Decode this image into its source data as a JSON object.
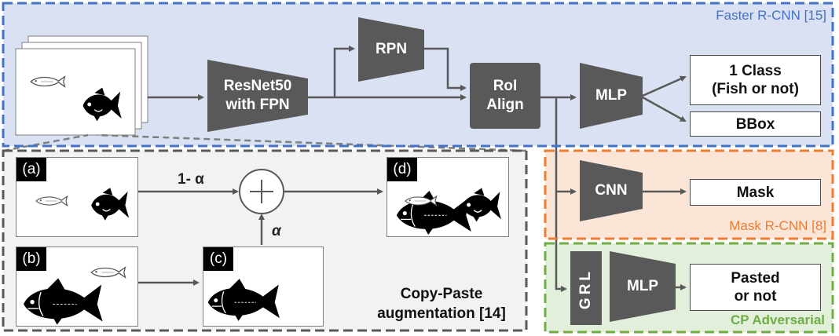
{
  "regions": {
    "faster_rcnn": {
      "label": "Faster R-CNN [15]",
      "color": "#4472C4"
    },
    "mask_rcnn": {
      "label": "Mask R-CNN [8]",
      "color": "#ED7D31"
    },
    "cp_adversarial": {
      "label": "CP Adversarial",
      "color": "#70AD47"
    },
    "copy_paste": {
      "label": "Copy-Paste\naugmentation [14]"
    }
  },
  "blocks": {
    "backbone": "ResNet50\nwith FPN",
    "rpn": "RPN",
    "roi_align": "RoI\nAlign",
    "mlp_det": "MLP",
    "cnn": "CNN",
    "grl": "GRL",
    "mlp_adv": "MLP"
  },
  "outputs": {
    "class": "1 Class\n(Fish or not)",
    "bbox": "BBox",
    "mask": "Mask",
    "pasted": "Pasted\nor not"
  },
  "panels": {
    "a": "(a)",
    "b": "(b)",
    "c": "(c)",
    "d": "(d)"
  },
  "operators": {
    "one_minus_alpha": "1- α",
    "alpha": "α"
  },
  "icons": [
    "small-fish-outline-icon",
    "black-fish-icon",
    "tuna-fish-icon",
    "plus-circle-icon"
  ]
}
